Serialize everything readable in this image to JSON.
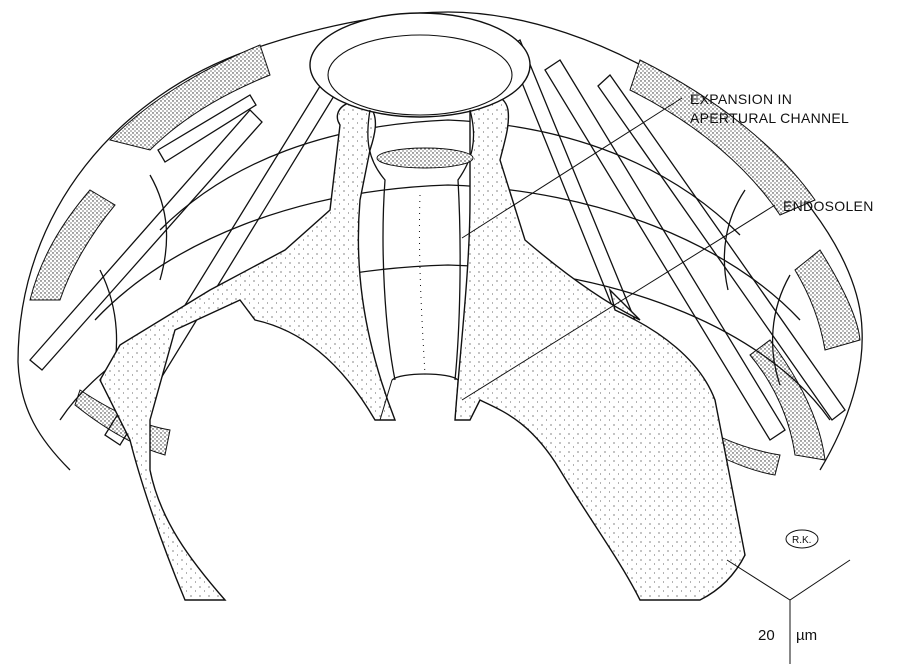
{
  "labels": {
    "expansion_line1": "EXPANSION IN",
    "expansion_line2": "APERTURAL CHANNEL",
    "endosolen": "ENDOSOLEN"
  },
  "scale_bar": {
    "value": "20",
    "unit": "µm"
  },
  "signature": "R.K."
}
